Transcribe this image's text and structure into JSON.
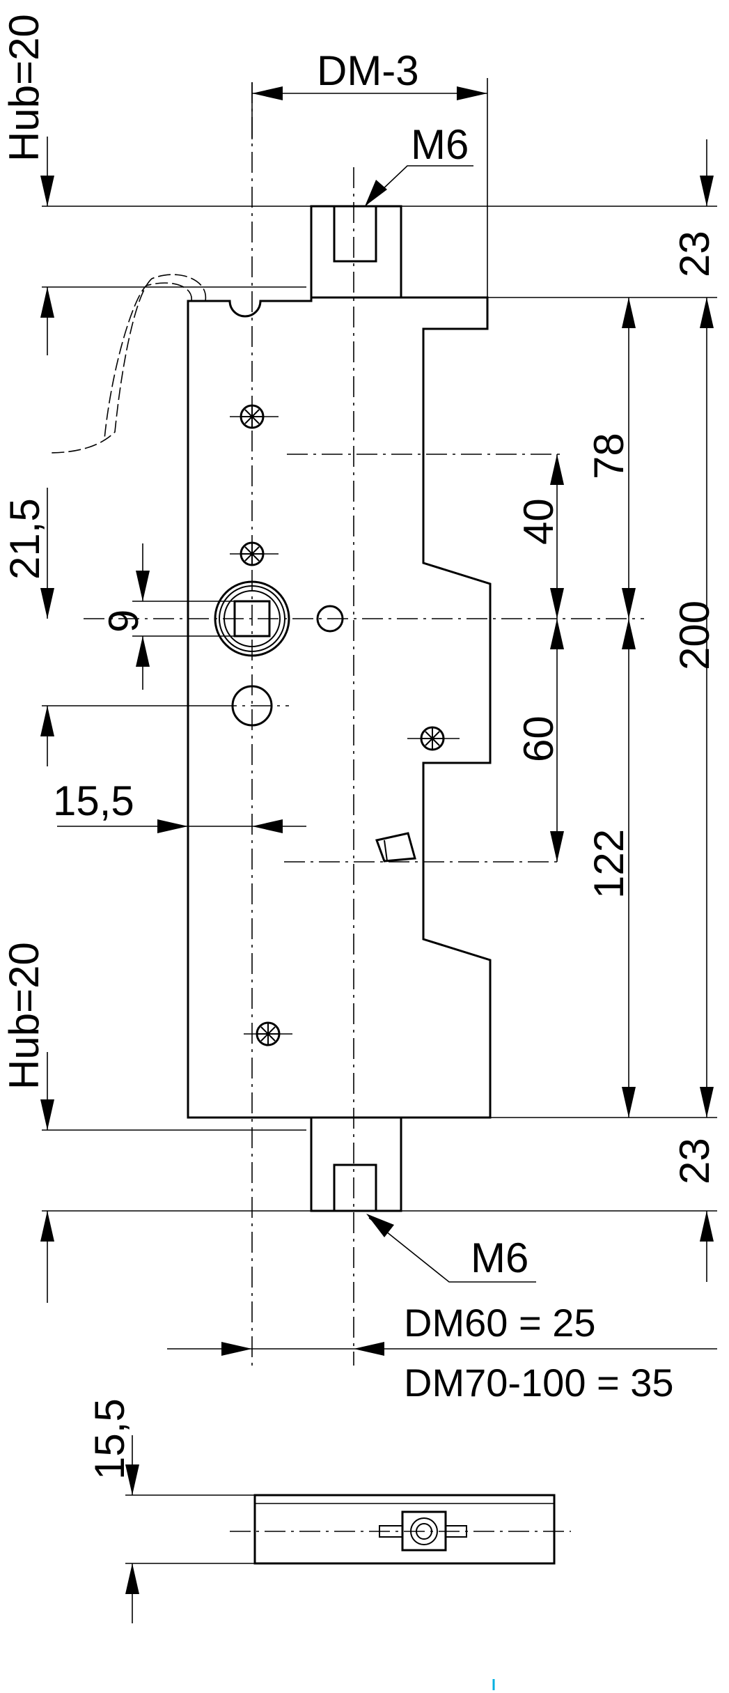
{
  "dimensions": {
    "hub_top": "Hub=20",
    "dm_minus_3": "DM-3",
    "thread_top": "M6",
    "top_extension": "23",
    "v_78": "78",
    "v_40": "40",
    "h_21_5": "21,5",
    "square_9": "9",
    "v_200": "200",
    "v_60": "60",
    "h_15_5": "15,5",
    "v_122": "122",
    "hub_bottom": "Hub=20",
    "bottom_extension": "23",
    "thread_bottom": "M6",
    "dm60": "DM60 = 25",
    "dm70_100": "DM70-100 = 35",
    "side_view_15_5": "15,5"
  }
}
